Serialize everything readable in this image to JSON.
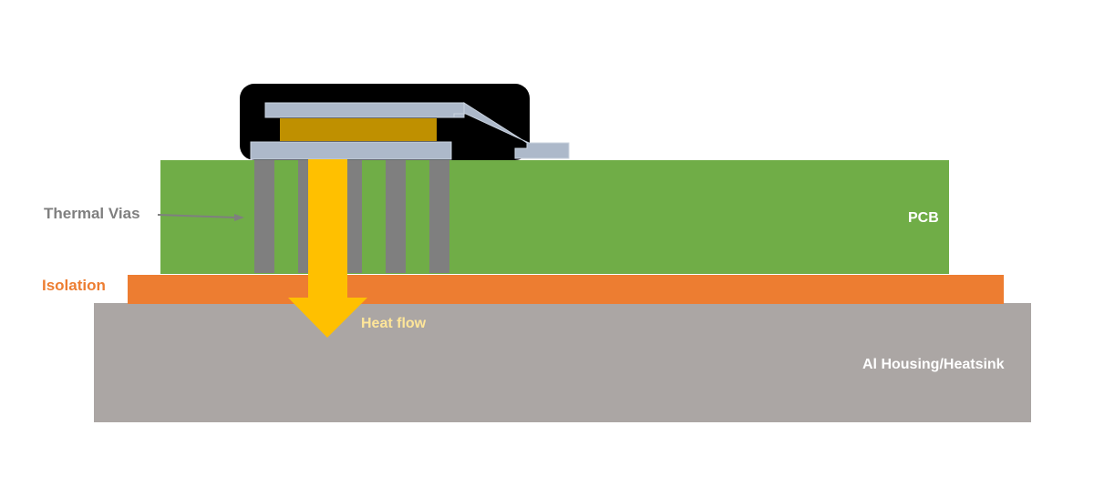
{
  "labels": {
    "thermal_vias": "Thermal Vias",
    "isolation": "Isolation",
    "pcb": "PCB",
    "heat_flow": "Heat flow",
    "housing": "Al Housing/Heatsink"
  },
  "colors": {
    "housing": "#aba6a4",
    "isolation": "#ed7d31",
    "pcb": "#70ad47",
    "vias": "#7f7f7f",
    "arrow": "#ffc000",
    "package": "#000000",
    "leadframe": "#adb9ca",
    "die": "#bf9000",
    "thermal_vias_text": "#7f7f7f",
    "isolation_text": "#ed7d31",
    "pcb_text": "#ffffff",
    "heat_flow_text": "#ffe699",
    "housing_text": "#ffffff"
  }
}
